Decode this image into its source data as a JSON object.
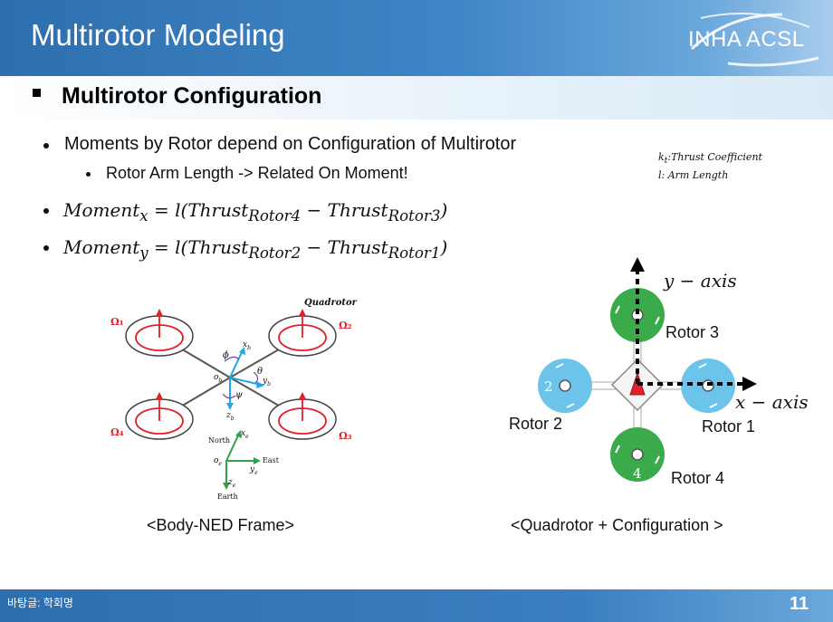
{
  "header": {
    "title": "Multirotor Modeling",
    "logo_text": "INHA ACSL"
  },
  "section": {
    "title": "Multirotor Configuration"
  },
  "bullets": {
    "b1": "Moments by Rotor depend on Configuration of Multirotor",
    "b1_sub": "Rotor Arm Length -> Related On Moment!",
    "b2_main": "Moment",
    "b2_main_sub": "x",
    "b2_eq": " = l(Thrust",
    "b2_sub1": "Rotor4",
    "b2_mid": " − Thrust",
    "b2_sub2": "Rotor3",
    "b2_end": ")",
    "b3_main": "Moment",
    "b3_main_sub": "y",
    "b3_eq": " = l(Thrust",
    "b3_sub1": "Rotor2",
    "b3_mid": " − Thrust",
    "b3_sub2": "Rotor1",
    "b3_end": ")"
  },
  "legend": {
    "kt_symbol": "k",
    "kt_sub": "t",
    "kt_text": ":Thrust Coefficient",
    "l_text": "l: Arm Length"
  },
  "body_frame_figure": {
    "quadrotor_label": "Quadrotor",
    "omega1": "Ω₁",
    "omega2": "Ω₂",
    "omega3": "Ω₃",
    "omega4": "Ω₄",
    "north": "North",
    "east": "East",
    "earth": "Earth",
    "xb": "x",
    "yb": "y",
    "zb": "z",
    "ob": "o",
    "phi": "ϕ",
    "theta": "θ",
    "psi": "ψ",
    "xe": "x",
    "ye": "y",
    "ze": "z",
    "oe": "o",
    "sub_b": "b",
    "sub_e": "e",
    "caption": "<Body-NED Frame>"
  },
  "config_figure": {
    "y_axis": "y − axis",
    "x_axis": "x − axis",
    "rotor1": "Rotor 1",
    "rotor2": "Rotor 2",
    "rotor3": "Rotor 3",
    "rotor4": "Rotor 4",
    "rotor2_num": "2",
    "rotor4_num": "4",
    "caption": "<Quadrotor + Configuration >"
  },
  "footer": {
    "left": "바탕글: 학회명",
    "page_number": "11"
  },
  "colors": {
    "title_blue": "#2e6fae",
    "rotor_green": "#3aaa4a",
    "rotor_blue": "#6cc4ea",
    "rotor_red": "#e0202a",
    "axis_blue": "#1ea8e8",
    "earth_green": "#2ea24a"
  }
}
